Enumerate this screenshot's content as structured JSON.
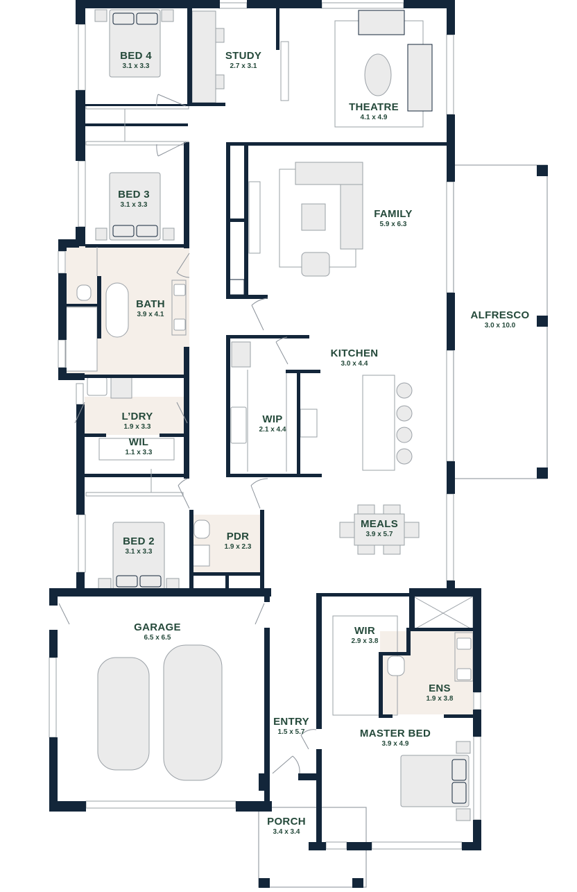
{
  "plan": {
    "colors": {
      "wall": "#13263a",
      "wet_floor": "#f5efe9",
      "furniture_fill": "#ebebeb",
      "furniture_stroke": "#9aa0a6",
      "label": "#24493a"
    },
    "rooms": [
      {
        "id": "bed4",
        "name": "BED 4",
        "dim": "3.1 x 3.3"
      },
      {
        "id": "study",
        "name": "STUDY",
        "dim": "2.7 x 3.1"
      },
      {
        "id": "theatre",
        "name": "THEATRE",
        "dim": "4.1 x 4.9"
      },
      {
        "id": "bed3",
        "name": "BED 3",
        "dim": "3.1 x 3.3"
      },
      {
        "id": "family",
        "name": "FAMILY",
        "dim": "5.9 x 6.3"
      },
      {
        "id": "bath",
        "name": "BATH",
        "dim": "3.9 x 4.1"
      },
      {
        "id": "alfresco",
        "name": "ALFRESCO",
        "dim": "3.0 x 10.0"
      },
      {
        "id": "kitchen",
        "name": "KITCHEN",
        "dim": "3.0 x 4.4"
      },
      {
        "id": "wip",
        "name": "WIP",
        "dim": "2.1 x 4.4"
      },
      {
        "id": "ldry",
        "name": "L’DRY",
        "dim": "1.9 x 3.3"
      },
      {
        "id": "wil",
        "name": "WIL",
        "dim": "1.1 x 3.3"
      },
      {
        "id": "meals",
        "name": "MEALS",
        "dim": "3.9 x 5.7"
      },
      {
        "id": "bed2",
        "name": "BED 2",
        "dim": "3.1 x 3.3"
      },
      {
        "id": "pdr",
        "name": "PDR",
        "dim": "1.9 x 2.3"
      },
      {
        "id": "garage",
        "name": "GARAGE",
        "dim": "6.5 x 6.5"
      },
      {
        "id": "wir",
        "name": "WIR",
        "dim": "2.9 x 3.8"
      },
      {
        "id": "ens",
        "name": "ENS",
        "dim": "1.9 x 3.8"
      },
      {
        "id": "entry",
        "name": "ENTRY",
        "dim": "1.5 x 5.7"
      },
      {
        "id": "master",
        "name": "MASTER BED",
        "dim": "3.9 x 4.9"
      },
      {
        "id": "porch",
        "name": "PORCH",
        "dim": "3.4 x 3.4"
      }
    ]
  }
}
